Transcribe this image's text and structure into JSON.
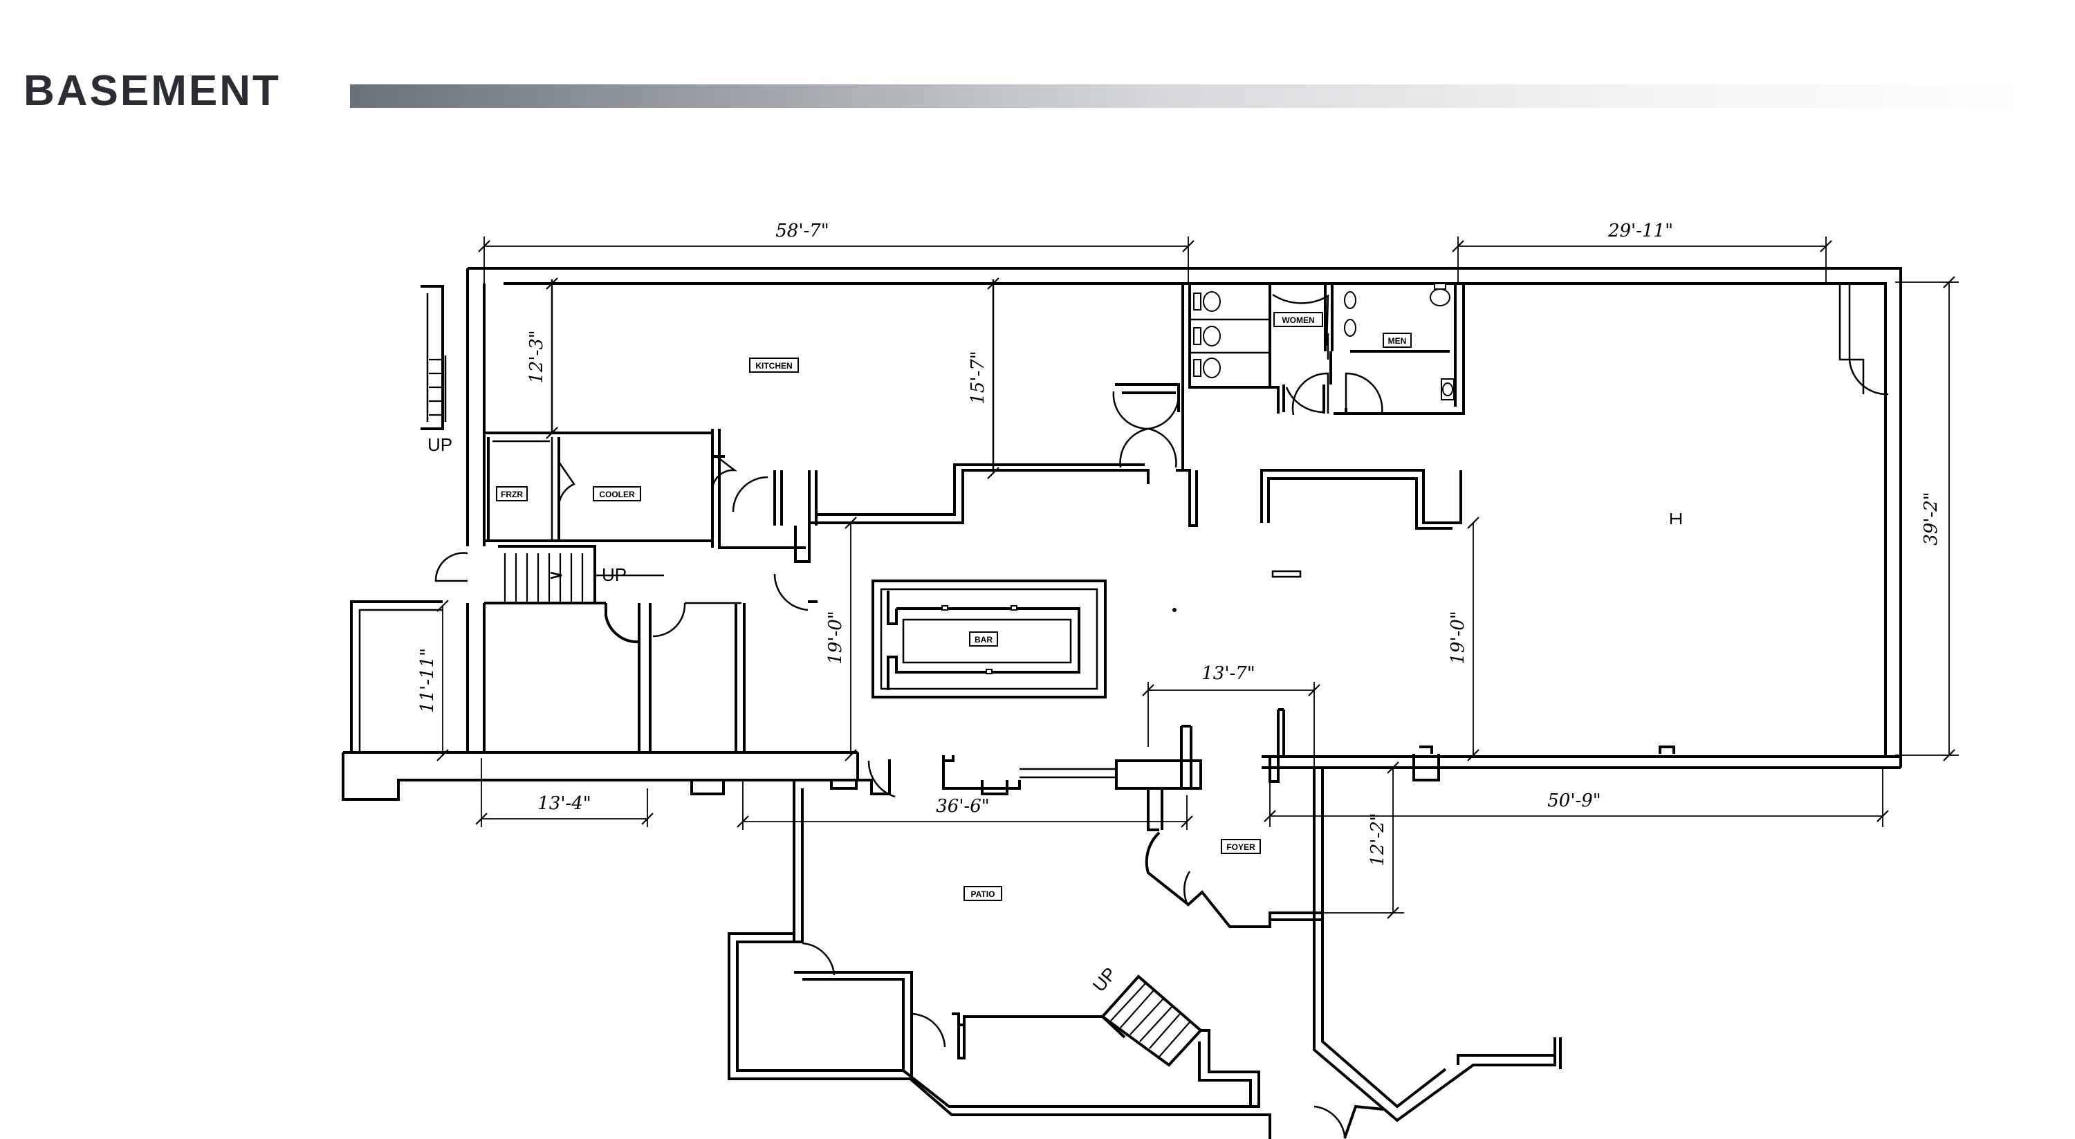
{
  "title": "BASEMENT",
  "rooms": {
    "kitchen": "KITCHEN",
    "women": "WOMEN",
    "men": "MEN",
    "freezer": "FRZR",
    "cooler": "COOLER",
    "bar": "BAR",
    "patio": "PATIO",
    "foyer": "FOYER"
  },
  "stairs": {
    "up_1": "UP",
    "up_2": "UP",
    "up_3": "UP"
  },
  "dimensions": {
    "kitchen_width": "58'-7\"",
    "men_width": "29'-11\"",
    "kitchen_depth_left": "12'-3\"",
    "kitchen_depth_mid": "15'-7\"",
    "east_depth": "39'-2\"",
    "bar_depth": "19'-0\"",
    "east_room_depth": "19'-0\"",
    "west_room_depth": "11'-11\"",
    "foyer_width": "13'-7\"",
    "west_room_width": "13'-4\"",
    "bar_frontage": "36'-6\"",
    "east_frontage": "50'-9\"",
    "foyer_depth": "12'-2\""
  }
}
